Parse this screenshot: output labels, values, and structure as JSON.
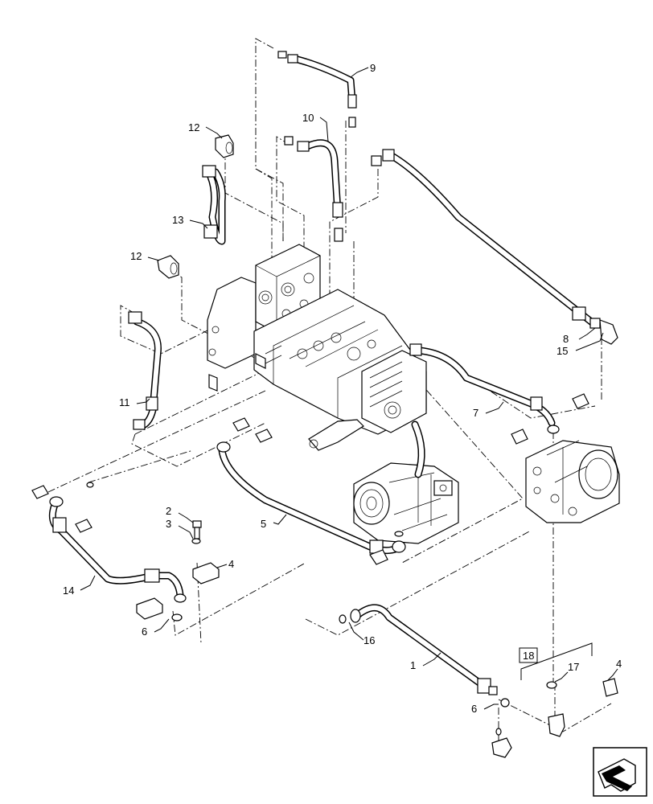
{
  "callouts": {
    "c1": "1",
    "c2": "2",
    "c3": "3",
    "c4a": "4",
    "c4b": "4",
    "c5": "5",
    "c6a": "6",
    "c6b": "6",
    "c7": "7",
    "c8": "8",
    "c9": "9",
    "c10": "10",
    "c11": "11",
    "c12a": "12",
    "c12b": "12",
    "c13": "13",
    "c14": "14",
    "c15": "15",
    "c16": "16",
    "c17": "17",
    "c18": "18"
  },
  "nav_icon": "next-view-arrow-icon"
}
